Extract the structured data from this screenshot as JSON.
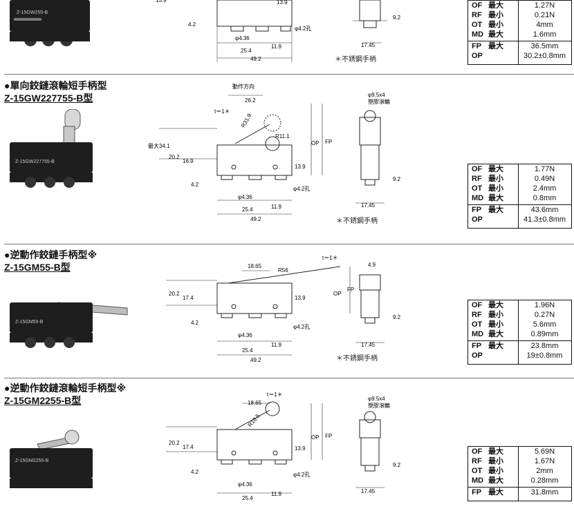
{
  "sections": [
    {
      "id": "top",
      "title1": "",
      "title2": "",
      "photo_label": "Z-15GW255-B",
      "note": "＊不銹鋼手柄",
      "specs": [
        {
          "k": "OF",
          "q": "最大",
          "v": "1.27N"
        },
        {
          "k": "RF",
          "q": "最小",
          "v": "0.21N"
        },
        {
          "k": "OT",
          "q": "最小",
          "v": "4mm"
        },
        {
          "k": "MD",
          "q": "最大",
          "v": "1.6mm"
        }
      ],
      "specs2": [
        {
          "k": "FP",
          "q": "最大",
          "v": "36.5mm"
        },
        {
          "k": "OP",
          "q": "",
          "v": "30.2±0.8mm"
        }
      ],
      "dims": {
        "a": "13.9",
        "b": "9.2",
        "c": "4.2",
        "d": "φ4.36",
        "e": "φ4.2孔",
        "f": "11.9",
        "g": "25.4",
        "h": "49.2",
        "i": "17.45"
      }
    },
    {
      "id": "s1",
      "title1": "●單向鉸鏈滾輪短手柄型",
      "title2": "Z-15GW227755-B型",
      "photo_label": "Z-15GW227755-B",
      "note": "＊不銹鋼手柄",
      "specs": [
        {
          "k": "OF",
          "q": "最大",
          "v": "1.77N"
        },
        {
          "k": "RF",
          "q": "最小",
          "v": "0.49N"
        },
        {
          "k": "OT",
          "q": "最小",
          "v": "2.4mm"
        },
        {
          "k": "MD",
          "q": "最大",
          "v": "0.8mm"
        }
      ],
      "specs2": [
        {
          "k": "FP",
          "q": "最大",
          "v": "43.6mm"
        },
        {
          "k": "OP",
          "q": "",
          "v": "41.3±0.8mm"
        }
      ],
      "dims": {
        "dir": "動作方向",
        "w": "26.2",
        "t": "t＝1＊",
        "r1": "R31.9",
        "r2": "R11.1",
        "max": "最大34.1",
        "h1": "20.2",
        "h2": "16.9",
        "a": "13.9",
        "op": "OP",
        "fp": "FP",
        "roll": "φ9.5x4",
        "roll2": "塑膠滾輪",
        "b": "9.2",
        "c": "4.2",
        "d": "φ4.36",
        "e": "φ4.2孔",
        "f": "11.9",
        "g": "25.4",
        "h": "49.2",
        "i": "17.45"
      }
    },
    {
      "id": "s2",
      "title1": "●逆動作鉸鏈手柄型※",
      "title2": "Z-15GM55-B型",
      "photo_label": "Z-15GM55-B",
      "note": "＊不銹鋼手柄",
      "specs": [
        {
          "k": "OF",
          "q": "最大",
          "v": "1.96N"
        },
        {
          "k": "RF",
          "q": "最小",
          "v": "0.27N"
        },
        {
          "k": "OT",
          "q": "最小",
          "v": "5.6mm"
        },
        {
          "k": "MD",
          "q": "最大",
          "v": "0.89mm"
        }
      ],
      "specs2": [
        {
          "k": "FP",
          "q": "最大",
          "v": "23.8mm"
        },
        {
          "k": "OP",
          "q": "",
          "v": "19±0.8mm"
        }
      ],
      "dims": {
        "t": "t＝1＊",
        "w": "18.65",
        "r": "R56",
        "h1": "20.2",
        "h2": "17.4",
        "a": "13.9",
        "op": "OP",
        "fp": "FP",
        "top": "4.9",
        "b": "9.2",
        "c": "4.2",
        "d": "φ4.36",
        "e": "φ4.2孔",
        "f": "11.9",
        "g": "25.4",
        "h": "49.2",
        "i": "17.45"
      }
    },
    {
      "id": "s3",
      "title1": "●逆動作鉸鏈滾輪短手柄型※",
      "title2": "Z-15GM2255-B型",
      "photo_label": "Z-15GM2255-B",
      "note": "",
      "specs": [
        {
          "k": "OF",
          "q": "最大",
          "v": "5.69N"
        },
        {
          "k": "RF",
          "q": "最小",
          "v": "1.67N"
        },
        {
          "k": "OT",
          "q": "最小",
          "v": "2mm"
        },
        {
          "k": "MD",
          "q": "最大",
          "v": "0.28mm"
        }
      ],
      "specs2": [
        {
          "k": "FP",
          "q": "最大",
          "v": "31.8mm"
        }
      ],
      "dims": {
        "t": "t＝1＊",
        "w": "18.65",
        "r": "R18.5",
        "h1": "20.2",
        "h2": "17.4",
        "a": "13.9",
        "op": "OP",
        "fp": "FP",
        "roll": "φ9.5x4",
        "roll2": "塑膠滾輪",
        "b": "9.2",
        "c": "4.2",
        "d": "φ4.36",
        "e": "φ4.2孔",
        "f": "11.9",
        "g": "25.4",
        "i": "17.45"
      }
    }
  ]
}
